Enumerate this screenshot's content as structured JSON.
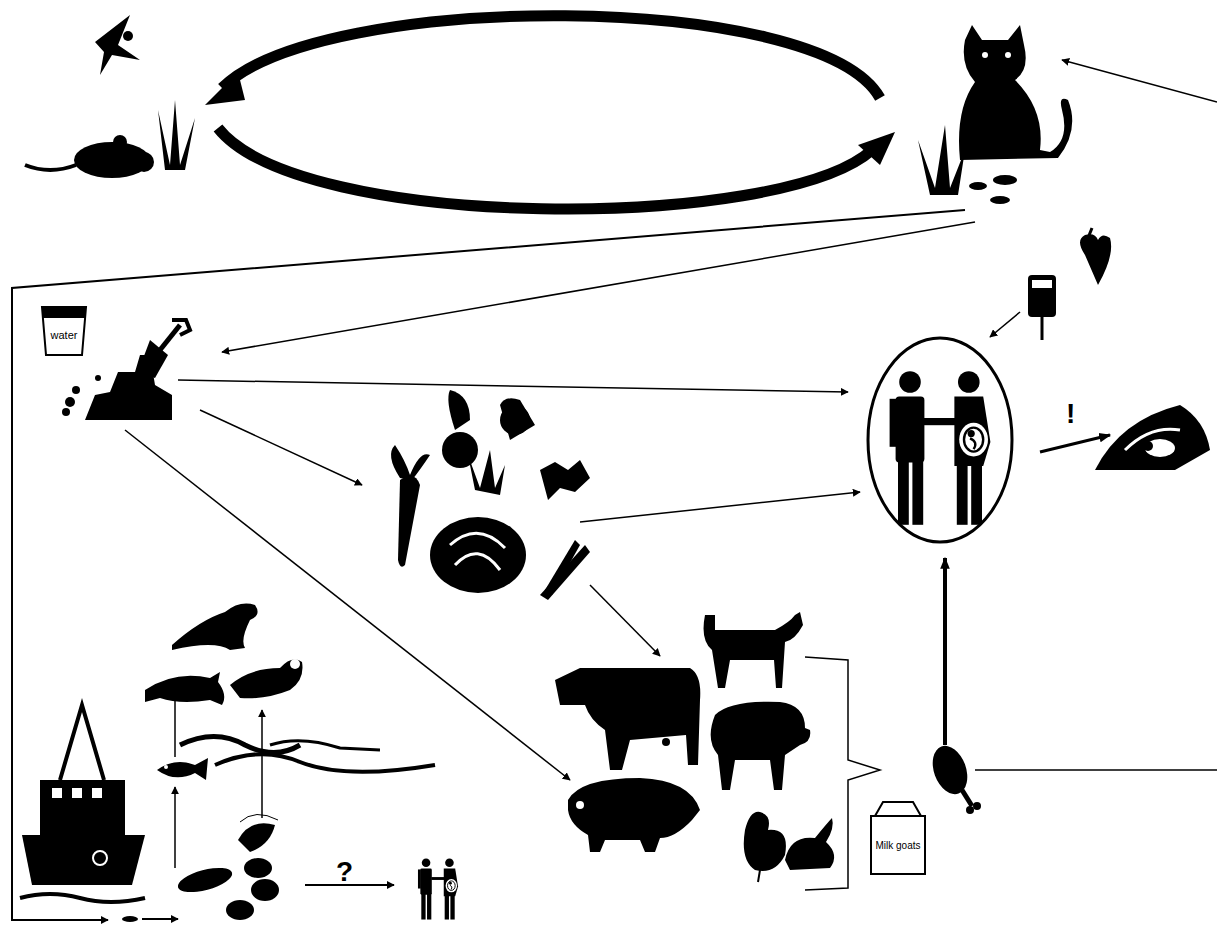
{
  "diagram": {
    "nodes": [
      {
        "text": [
          "water"
        ]
      },
      {
        "text": [
          "Milk goats"
        ]
      }
    ],
    "labels": [
      "?",
      "!"
    ]
  }
}
